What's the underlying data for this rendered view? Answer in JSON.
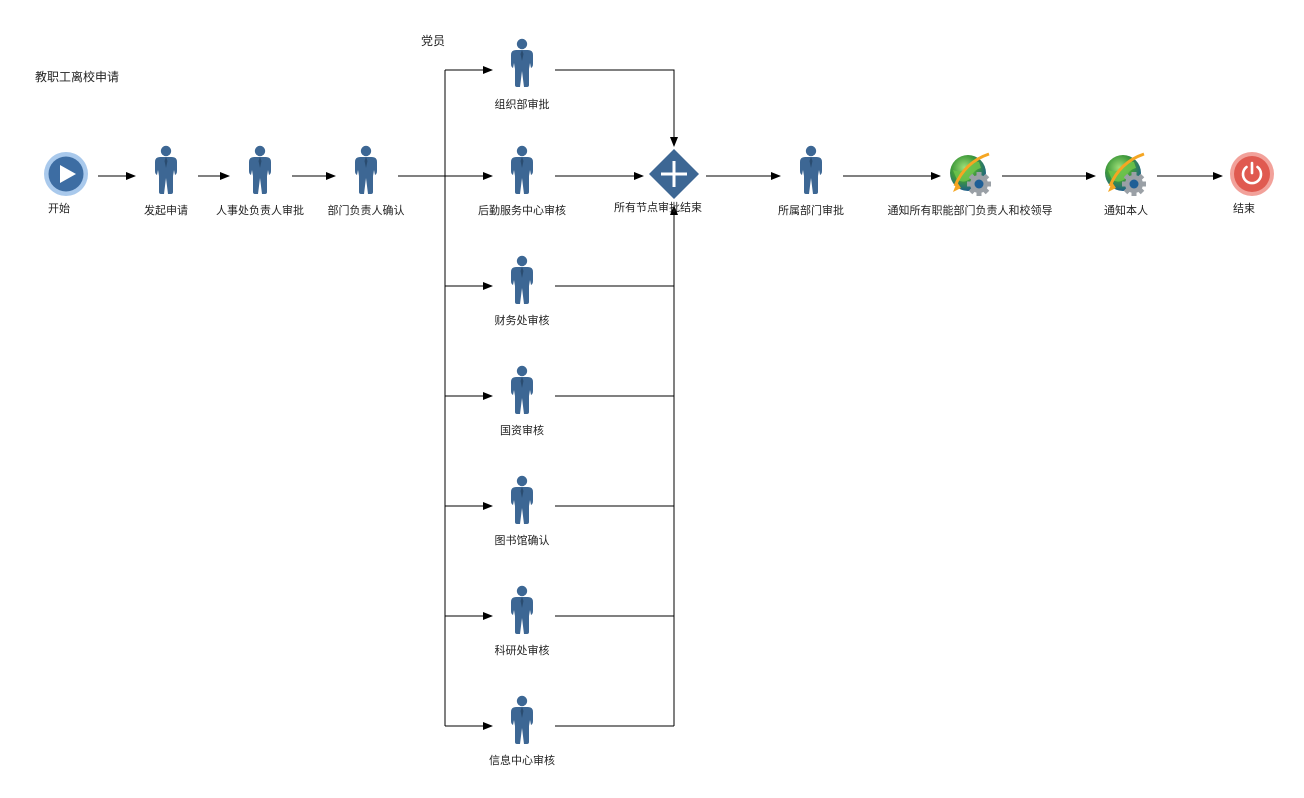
{
  "title": "教职工离校申请",
  "branch_note": "党员",
  "colors": {
    "accent": "#3d6794",
    "line": "#000000",
    "start": "#4a7fb5",
    "end": "#e05a50"
  },
  "nodes": {
    "start": {
      "label": "开始",
      "icon": "play-icon"
    },
    "submit": {
      "label": "发起申请",
      "icon": "person-icon"
    },
    "hr": {
      "label": "人事处负责人审批",
      "icon": "person-icon"
    },
    "dept_confirm": {
      "label": "部门负责人确认",
      "icon": "person-icon"
    },
    "org": {
      "label": "组织部审批",
      "icon": "person-icon"
    },
    "logistics": {
      "label": "后勤服务中心审核",
      "icon": "person-icon"
    },
    "finance": {
      "label": "财务处审核",
      "icon": "person-icon"
    },
    "assets": {
      "label": "国资审核",
      "icon": "person-icon"
    },
    "library": {
      "label": "图书馆确认",
      "icon": "person-icon"
    },
    "research": {
      "label": "科研处审核",
      "icon": "person-icon"
    },
    "it_center": {
      "label": "信息中心审核",
      "icon": "person-icon"
    },
    "join": {
      "label": "所有节点审批结束",
      "icon": "parallel-gateway-icon"
    },
    "dept_approve": {
      "label": "所属部门审批",
      "icon": "person-icon"
    },
    "notify_leaders": {
      "label": "通知所有职能部门负责人和校领导",
      "icon": "globe-gear-icon"
    },
    "notify_self": {
      "label": "通知本人",
      "icon": "globe-gear-icon"
    },
    "end": {
      "label": "结束",
      "icon": "power-icon"
    }
  }
}
